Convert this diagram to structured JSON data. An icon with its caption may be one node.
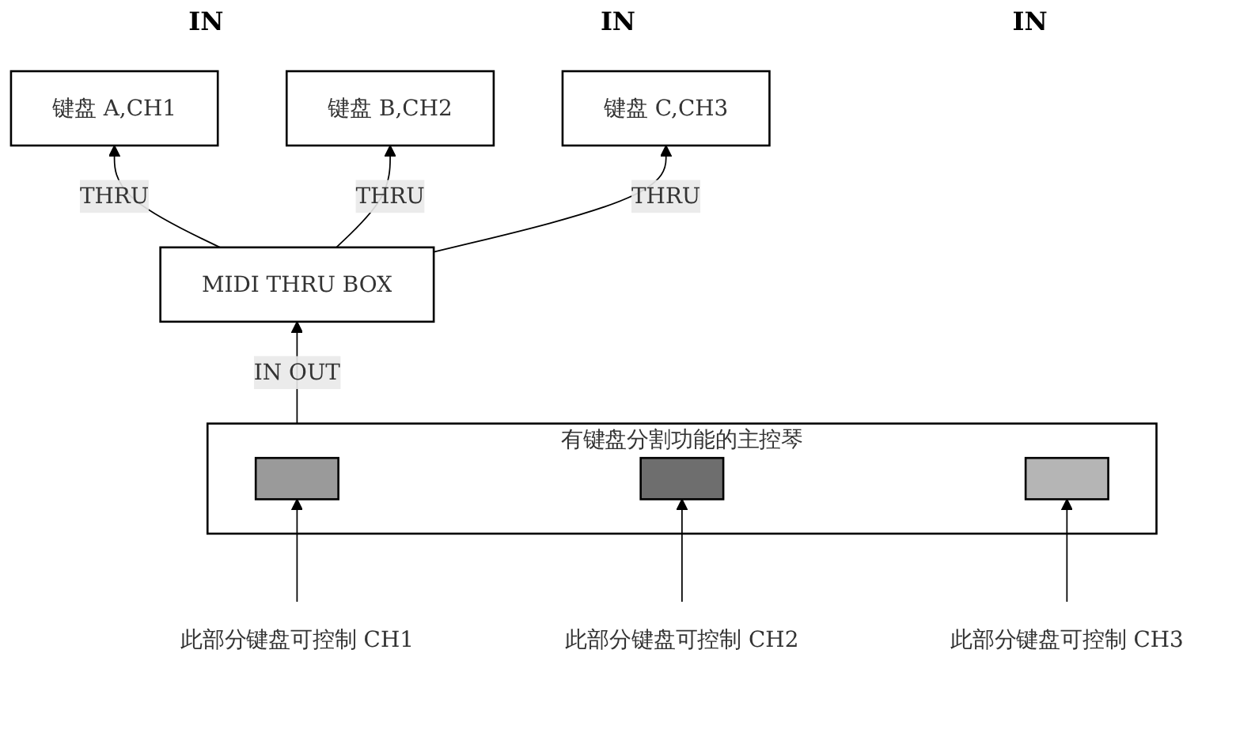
{
  "diagram": {
    "nodes": [
      {
        "text": [
          "键盘 A,CH1"
        ]
      },
      {
        "text": [
          "键盘 B,CH2"
        ]
      },
      {
        "text": [
          "键盘 C,CH3"
        ]
      },
      {
        "text": [
          "MIDI THRU BOX"
        ]
      },
      {
        "text": [
          "有键盘分割功能的主控琴"
        ]
      },
      {
        "text": [],
        "shape": "bar",
        "in": 4
      },
      {
        "text": [],
        "shape": "bar",
        "in": 4
      },
      {
        "text": [],
        "shape": "bar",
        "in": 4
      },
      {
        "text": [
          "此部分键盘可控制 CH1"
        ]
      },
      {
        "text": [
          "此部分键盘可控制 CH2"
        ]
      },
      {
        "text": [
          "此部分键盘可控制 CH3"
        ]
      }
    ],
    "edges": [
      {
        "from": 3,
        "to": 0,
        "arrow": "to",
        "label": "THRU"
      },
      {
        "from": 3,
        "to": 1,
        "arrow": "to",
        "label": "THRU"
      },
      {
        "from": 3,
        "to": 2,
        "arrow": "to",
        "label": "THRU"
      },
      {
        "from": 4,
        "to": 3,
        "arrow": "to",
        "label": "IN OUT"
      },
      {
        "from": 8,
        "to": 5,
        "arrow": "to"
      },
      {
        "from": 9,
        "to": 6,
        "arrow": "to"
      },
      {
        "from": 10,
        "to": 7,
        "arrow": "to"
      }
    ],
    "labels": [
      "IN",
      "IN",
      "IN"
    ]
  }
}
